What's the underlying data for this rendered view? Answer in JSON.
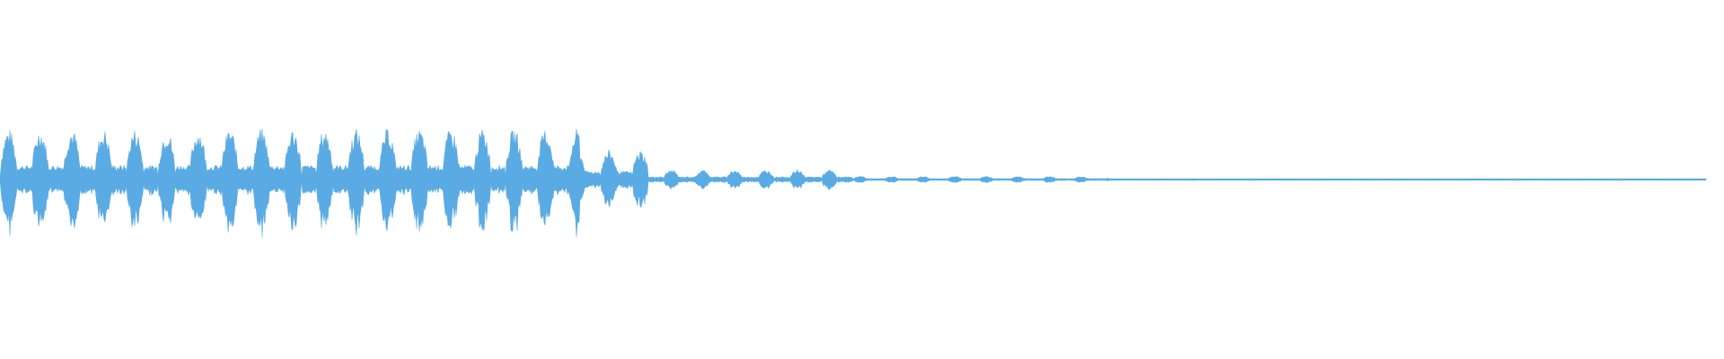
{
  "waveform": {
    "color": "#5aabe4",
    "background": "#ffffff",
    "description_note": "",
    "envelope": {
      "segments": [
        {
          "from": 0.0,
          "to": 0.34,
          "level": 0.95,
          "burst_rate": 54,
          "duty": 0.55
        },
        {
          "from": 0.34,
          "to": 0.38,
          "level": 0.55,
          "burst_rate": 54,
          "duty": 0.55
        },
        {
          "from": 0.38,
          "to": 0.5,
          "level": 0.18,
          "burst_rate": 54,
          "duty": 0.5
        },
        {
          "from": 0.5,
          "to": 0.65,
          "level": 0.06,
          "burst_rate": 54,
          "duty": 0.45
        },
        {
          "from": 0.65,
          "to": 1.0,
          "level": 0.01,
          "burst_rate": 54,
          "duty": 0.4
        }
      ]
    }
  }
}
